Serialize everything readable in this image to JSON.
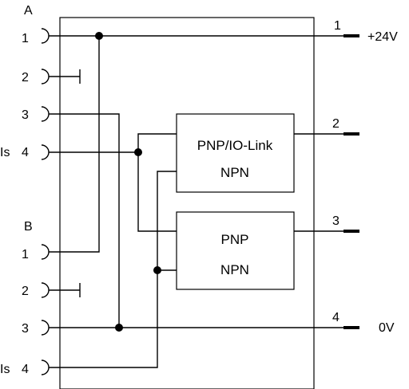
{
  "group_a": {
    "label": "A",
    "pins": [
      {
        "number": "1",
        "prefix": ""
      },
      {
        "number": "2",
        "prefix": ""
      },
      {
        "number": "3",
        "prefix": ""
      },
      {
        "number": "4",
        "prefix": "Is"
      }
    ]
  },
  "group_b": {
    "label": "B",
    "pins": [
      {
        "number": "1",
        "prefix": ""
      },
      {
        "number": "2",
        "prefix": ""
      },
      {
        "number": "3",
        "prefix": ""
      },
      {
        "number": "4",
        "prefix": "Is"
      }
    ]
  },
  "blocks": {
    "upper": {
      "line1": "PNP/IO-Link",
      "line2": "NPN"
    },
    "lower": {
      "line1": "PNP",
      "line2": "NPN"
    }
  },
  "outputs": [
    {
      "number": "1",
      "label": "+24V"
    },
    {
      "number": "2",
      "label": ""
    },
    {
      "number": "3",
      "label": ""
    },
    {
      "number": "4",
      "label": "0V"
    }
  ]
}
